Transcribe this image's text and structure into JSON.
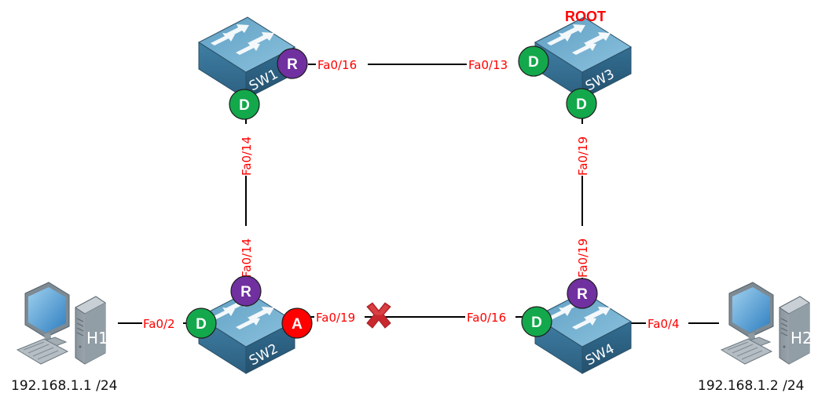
{
  "title": "Spanning Tree topology",
  "colors": {
    "designated": "#13a84b",
    "root_port": "#7030a0",
    "alternate": "#ff0000",
    "port_label": "#ff0000",
    "blocked_marker": "#c8282e",
    "switch_body": "#4f8fb3"
  },
  "switches": [
    {
      "id": "SW1",
      "label": "SW1"
    },
    {
      "id": "SW2",
      "label": "SW2"
    },
    {
      "id": "SW3",
      "label": "SW3",
      "tag": "ROOT"
    },
    {
      "id": "SW4",
      "label": "SW4"
    }
  ],
  "hosts": [
    {
      "id": "H1",
      "label": "H1",
      "ip": "192.168.1.1 /24"
    },
    {
      "id": "H2",
      "label": "H2",
      "ip": "192.168.1.2 /24"
    }
  ],
  "links": [
    {
      "from": "SW1",
      "from_port": "Fa0/16",
      "to": "SW3",
      "to_port": "Fa0/13"
    },
    {
      "from": "SW1",
      "from_port": "Fa0/14",
      "to": "SW2",
      "to_port": "Fa0/14"
    },
    {
      "from": "SW3",
      "from_port": "Fa0/19",
      "to": "SW4",
      "to_port": "Fa0/19"
    },
    {
      "from": "SW2",
      "from_port": "Fa0/19",
      "to": "SW4",
      "to_port": "Fa0/16",
      "blocked": true
    },
    {
      "from": "H1",
      "to": "SW2",
      "to_port": "Fa0/2"
    },
    {
      "from": "SW4",
      "from_port": "Fa0/4",
      "to": "H2"
    }
  ],
  "port_roles": {
    "SW1": {
      "Fa0/16": "R",
      "Fa0/14": "D"
    },
    "SW2": {
      "Fa0/14": "R",
      "Fa0/2": "D",
      "Fa0/19": "A"
    },
    "SW3": {
      "Fa0/13": "D",
      "Fa0/19": "D"
    },
    "SW4": {
      "Fa0/19": "R",
      "Fa0/16": "D"
    }
  },
  "labels": {
    "root": "ROOT",
    "sw1_fa016": "Fa0/16",
    "sw3_fa013": "Fa0/13",
    "sw1_fa014": "Fa0/14",
    "sw2_fa014": "Fa0/14",
    "sw3_fa019": "Fa0/19",
    "sw4_fa019": "Fa0/19",
    "sw2_fa02": "Fa0/2",
    "sw2_fa019": "Fa0/19",
    "sw4_fa016": "Fa0/16",
    "sw4_fa04": "Fa0/4",
    "role_R": "R",
    "role_D": "D",
    "role_A": "A"
  }
}
